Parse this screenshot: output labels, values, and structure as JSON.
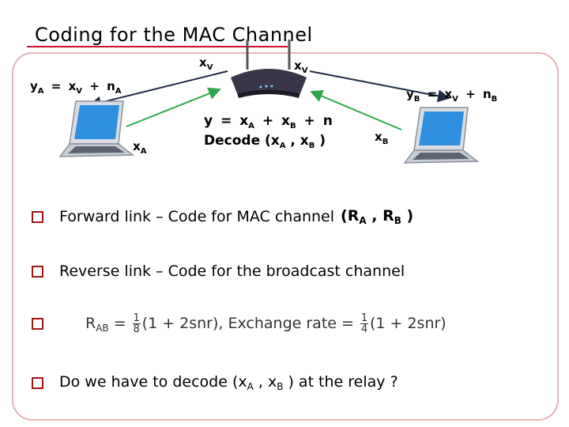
{
  "slide": {
    "title": "Coding for the MAC Channel"
  },
  "diagram": {
    "xv_left": "x",
    "xv_left_sub": "V",
    "xv_right": "x",
    "xv_right_sub": "V",
    "ya_lhs": "y",
    "ya_lhs_sub": "A",
    "ya_eq": "=",
    "ya_x": "x",
    "ya_x_sub": "V",
    "ya_plus": "+",
    "ya_n": "n",
    "ya_n_sub": "A",
    "yb_lhs": "y",
    "yb_lhs_sub": "B",
    "yb_eq": "=",
    "yb_x": "x",
    "yb_x_sub": "V",
    "yb_plus": "+",
    "yb_n": "n",
    "yb_n_sub": "B",
    "xa": "x",
    "xa_sub": "A",
    "xb": "x",
    "xb_sub": "B",
    "relay_eq_y": "y",
    "relay_eq_eq": "=",
    "relay_eq_xa": "x",
    "relay_eq_xa_sub": "A",
    "relay_eq_plus1": "+",
    "relay_eq_xb": "x",
    "relay_eq_xb_sub": "B",
    "relay_eq_plus2": "+",
    "relay_eq_n": "n",
    "decode_label": "Decode (x",
    "decode_a_sub": "A",
    "decode_mid": " , x",
    "decode_b_sub": "B",
    "decode_end": " )",
    "colors": {
      "arrow_dark": "#1f2a44",
      "arrow_green": "#2ea84a",
      "laptop_screen": "#2f8fe0",
      "router_body": "#3a3548"
    }
  },
  "bullets": {
    "b1_text": "Forward link – Code for MAC channel",
    "b1_math_pre": "(R",
    "b1_math_a": "A",
    "b1_math_mid": " , R",
    "b1_math_b": "B",
    "b1_math_end": " )",
    "b2_text": "Reverse link – Code for the broadcast channel",
    "b3_r": "R",
    "b3_r_sub": "AB",
    "b3_eq": " = ",
    "b3_f1_num": "1",
    "b3_f1_den": "8",
    "b3_mid": "(1 + 2snr), Exchange rate = ",
    "b3_f2_num": "1",
    "b3_f2_den": "4",
    "b3_end": "(1 + 2snr)",
    "b4_pre": "Do we have to decode (x",
    "b4_a": "A",
    "b4_mid": " , x",
    "b4_b": "B",
    "b4_end": " ) at the relay ?"
  }
}
